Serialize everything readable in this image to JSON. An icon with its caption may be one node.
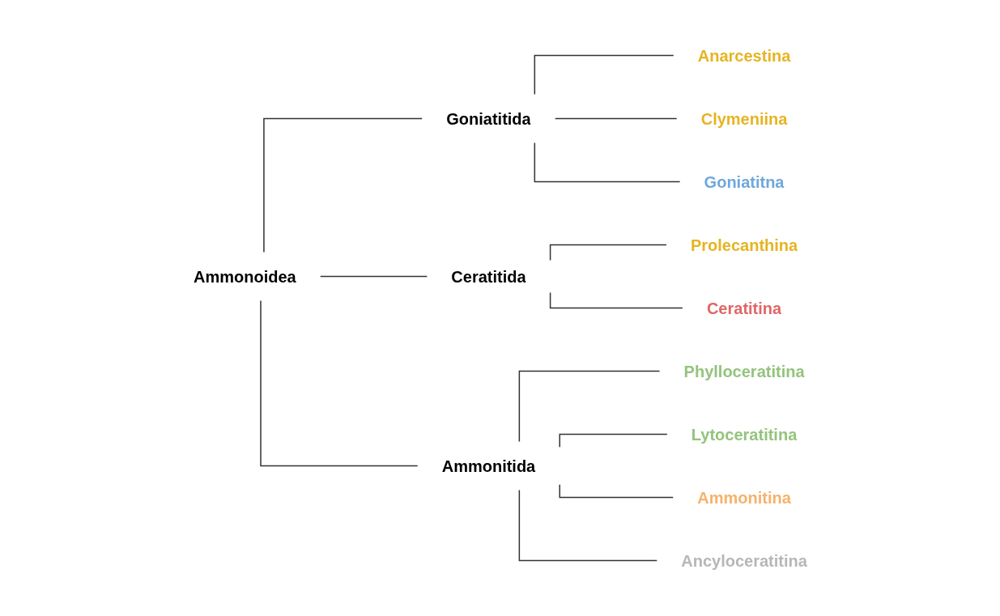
{
  "diagram": {
    "nodes": [
      {
        "text": [
          "Ammonoidea"
        ]
      },
      {
        "text": [
          "Goniatitida"
        ]
      },
      {
        "text": [
          "Ceratitida"
        ]
      },
      {
        "text": [
          "Ammonitida"
        ]
      },
      {
        "text": [
          "Anarcestina"
        ]
      },
      {
        "text": [
          "Clymeniina"
        ]
      },
      {
        "text": [
          "Goniatitna"
        ]
      },
      {
        "text": [
          "Prolecanthina"
        ]
      },
      {
        "text": [
          "Ceratitina"
        ]
      },
      {
        "text": [
          "Phylloceratitina"
        ]
      },
      {
        "text": [
          "Lytoceratitina"
        ]
      },
      {
        "text": [
          "Ammonitina"
        ]
      },
      {
        "text": [
          "Ancyloceratitina"
        ]
      }
    ],
    "edges": [
      {
        "from": 0,
        "to": 1,
        "arrow": "none"
      },
      {
        "from": 0,
        "to": 2,
        "arrow": "none"
      },
      {
        "from": 0,
        "to": 3,
        "arrow": "none"
      },
      {
        "from": 1,
        "to": 4,
        "arrow": "none"
      },
      {
        "from": 1,
        "to": 5,
        "arrow": "none"
      },
      {
        "from": 1,
        "to": 6,
        "arrow": "none"
      },
      {
        "from": 2,
        "to": 7,
        "arrow": "none"
      },
      {
        "from": 2,
        "to": 8,
        "arrow": "none"
      },
      {
        "from": 3,
        "to": 9,
        "arrow": "none"
      },
      {
        "from": 3,
        "to": 10,
        "arrow": "none"
      },
      {
        "from": 3,
        "to": 11,
        "arrow": "none"
      },
      {
        "from": 3,
        "to": 12,
        "arrow": "none"
      }
    ]
  }
}
